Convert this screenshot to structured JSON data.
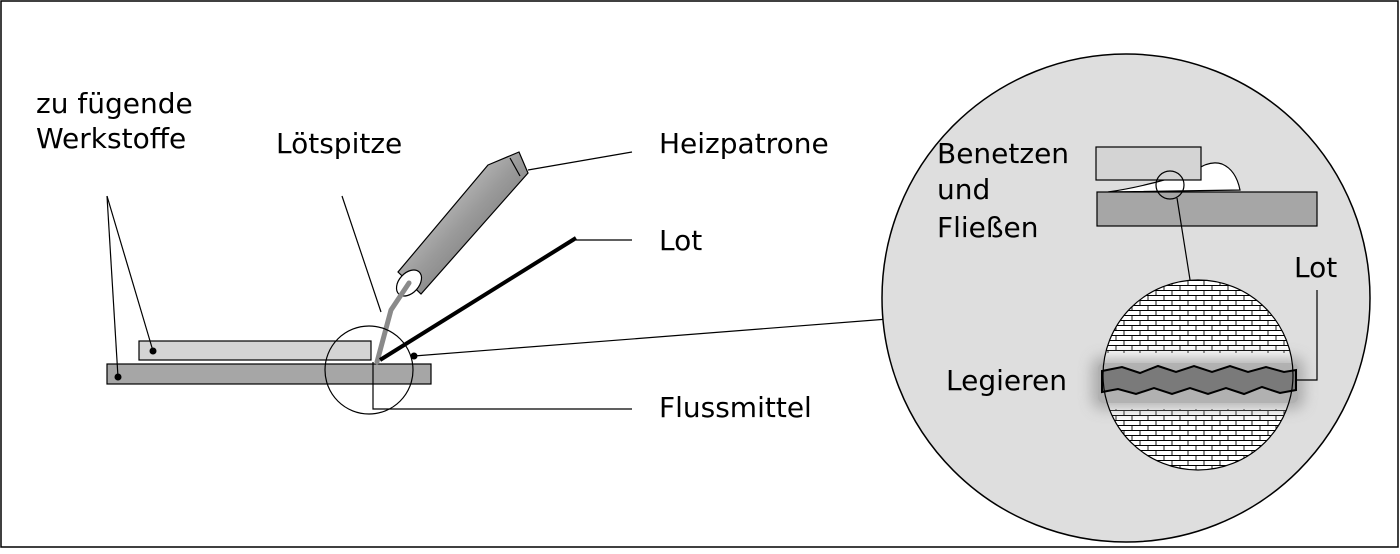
{
  "labels": {
    "materials_line1": "zu fügende",
    "materials_line2": "Werkstoffe",
    "tip": "Lötspitze",
    "heater": "Heizpatrone",
    "solder": "Lot",
    "flux": "Flussmittel",
    "wetting_line1": "Benetzen",
    "wetting_line2": "und",
    "wetting_line3": "Fließen",
    "zoom_solder": "Lot",
    "alloying": "Legieren"
  },
  "colors": {
    "plate_light": "#d4d4d4",
    "plate_dark": "#a6a6a6",
    "circle_fill": "#dedede",
    "tip_gray": "#8a8a8a",
    "stroke": "#000000"
  }
}
